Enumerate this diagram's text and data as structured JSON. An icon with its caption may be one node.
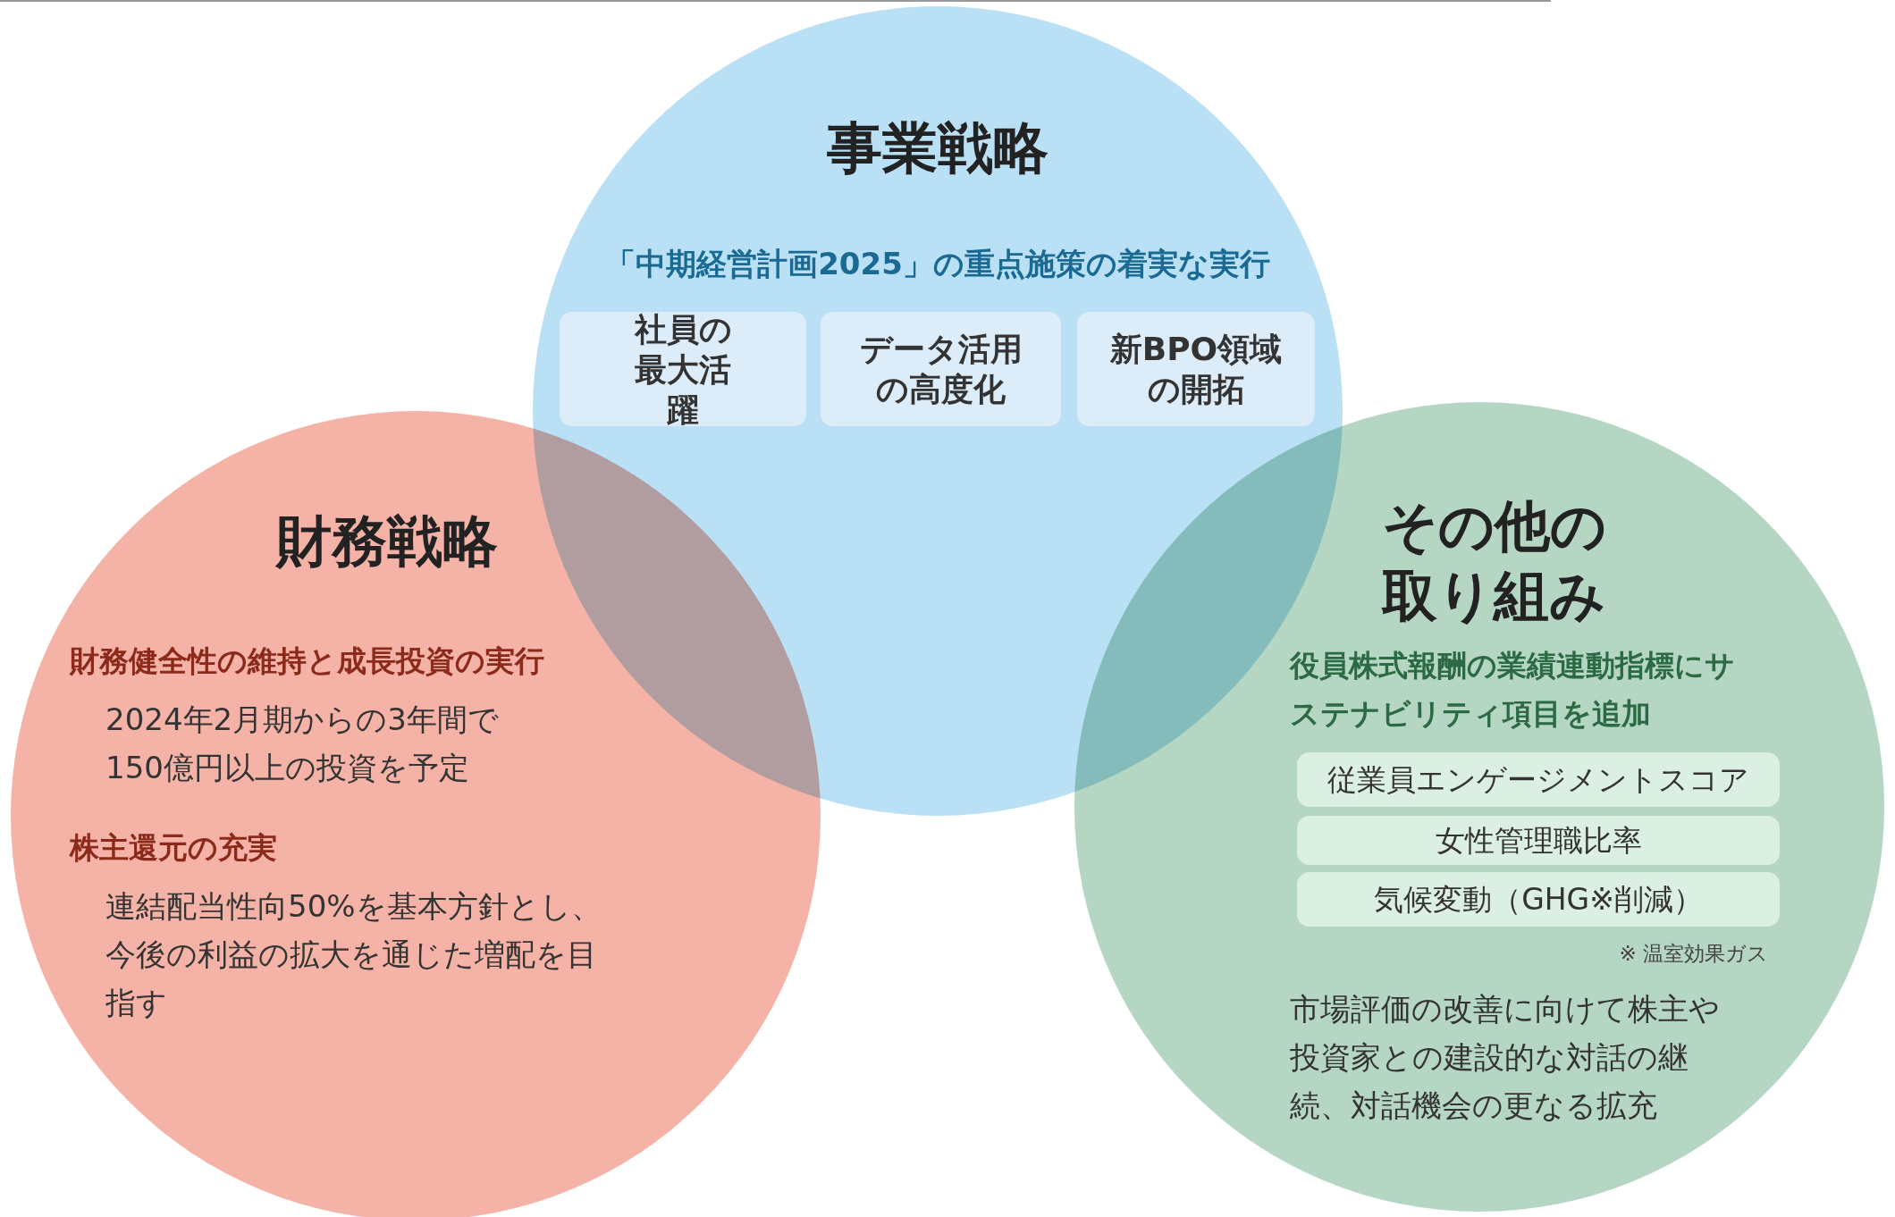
{
  "diagram": {
    "nodes": [
      {
        "text": [
          "事業戦略",
          "「中期経営計画2025」の重点施策の着実な実行"
        ]
      },
      {
        "text": [
          "社員の最大活躍"
        ],
        "in": 0
      },
      {
        "text": [
          "データ活用の高度化"
        ],
        "in": 0
      },
      {
        "text": [
          "新BPO領域の開拓"
        ],
        "in": 0
      },
      {
        "text": [
          "財務戦略",
          "財務健全性の維持と成長投資の実行",
          "2024年2月期からの3年間で150億円以上の投資を予定",
          "株主還元の充実",
          "連結配当性向50%を基本方針とし、今後の利益の拡大を通じた増配を目指す"
        ]
      },
      {
        "text": [
          "その他の取り組み",
          "役員株式報酬の業績連動指標にサステナビリティ項目を追加",
          "※ 温室効果ガス",
          "市場評価の改善に向けて株主や投資家との建設的な対話の継続、対話機会の更なる拡充"
        ]
      },
      {
        "text": [
          "従業員エンゲージメントスコア"
        ],
        "in": 5
      },
      {
        "text": [
          "女性管理職比率"
        ],
        "in": 5
      },
      {
        "text": [
          "気候変動（GHG※削減）"
        ],
        "in": 5
      }
    ]
  }
}
